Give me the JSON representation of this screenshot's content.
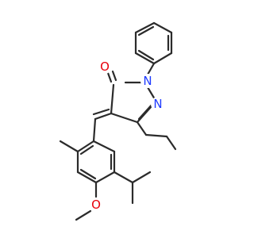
{
  "colors": {
    "bond": "#2b2b2b",
    "oxygen": "#e8000b",
    "nitrogen": "#1f3bff",
    "background": "#ffffff"
  },
  "atoms": {
    "O1": "O",
    "N1": "N",
    "N2": "N",
    "O2": "O"
  }
}
